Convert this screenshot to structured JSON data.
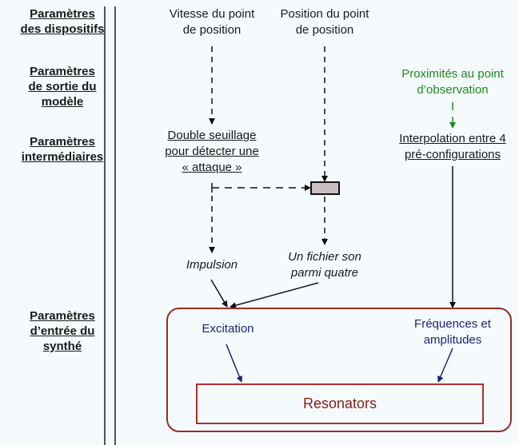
{
  "row_labels": [
    "Paramètres des dispositifs",
    "Paramètres de sortie du modèle",
    "Paramètres intermédiaires",
    "Paramètres d’entrée du synthé"
  ],
  "row_label_lines": {
    "devices": [
      "Paramètres",
      "des dispositifs"
    ],
    "model_output": [
      "Paramètres",
      "de sortie du",
      "modèle"
    ],
    "intermediate": [
      "Paramètres",
      "intermédiaires"
    ],
    "synth_input": [
      "Paramètres",
      "d’entrée du",
      "synthé"
    ]
  },
  "nodes": {
    "velocity": [
      "Vitesse du point",
      "de position"
    ],
    "position": [
      "Position du point",
      "de position"
    ],
    "proximity": [
      "Proximités au point",
      "d’observation"
    ],
    "double_threshold": [
      "Double seuillage",
      "pour détecter une",
      "« attaque »"
    ],
    "interpolation": [
      "Interpolation entre 4",
      "pré-configurations"
    ],
    "impulse": "Impulsion",
    "sound_file": [
      "Un fichier son",
      "parmi quatre"
    ],
    "excitation": "Excitation",
    "frequencies": [
      "Fréquences et",
      "amplitudes"
    ],
    "resonators": "Resonators"
  },
  "colors": {
    "proximity_text": "#1e8a1e",
    "synth_labels": "#1a237e",
    "synth_box": "#9a2a2a",
    "gate_fill": "#c9bfc2"
  }
}
